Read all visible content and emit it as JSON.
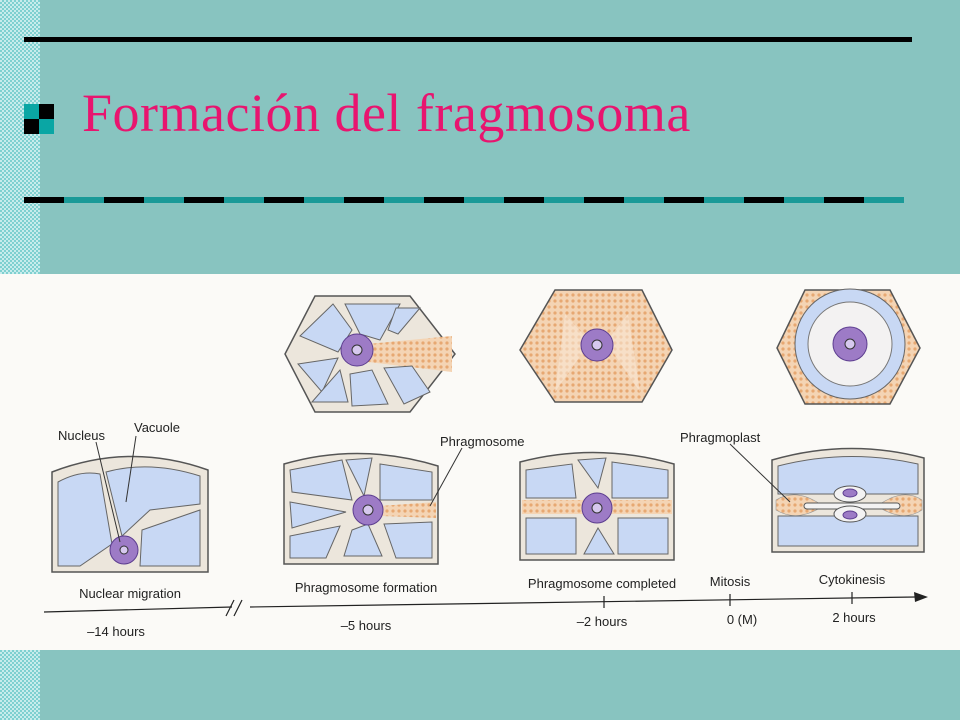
{
  "slide": {
    "title": "Formación del fragmosoma"
  },
  "figure": {
    "labels": {
      "nucleus": "Nucleus",
      "vacuole": "Vacuole",
      "phragmosome": "Phragmosome",
      "phragmoplast": "Phragmoplast"
    },
    "stages": [
      {
        "name": "Nuclear migration",
        "time": "–14 hours"
      },
      {
        "name": "Phragmosome formation",
        "time": "–5 hours"
      },
      {
        "name": "Phragmosome completed",
        "time": "–2 hours"
      },
      {
        "name": "Mitosis",
        "time": "0 (M)"
      },
      {
        "name": "Cytokinesis",
        "time": "2 hours"
      }
    ]
  },
  "colors": {
    "background": "#88c4c0",
    "title": "#e8156f",
    "vacuole": "#c8d8f4",
    "nucleus": "#9d7bc6",
    "phragmosome": "#f2c7a4"
  }
}
